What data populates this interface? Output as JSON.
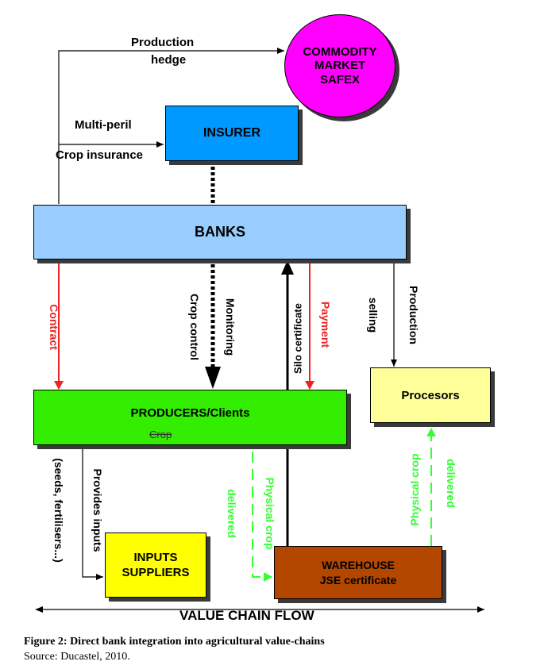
{
  "nodes": {
    "commodity": "COMMODITY\nMARKET\nSAFEX",
    "insurer": "INSURER",
    "banks": "BANKS",
    "producers": "PRODUCERS/Clients",
    "procesors": "Procesors",
    "inputs": "INPUTS\nSUPPLIERS",
    "warehouse": "WAREHOUSE\nJSE certificate"
  },
  "labels": {
    "production_hedge_1": "Production",
    "production_hedge_2": "hedge",
    "multiperil": "Multi-peril",
    "crop_insurance": "Crop insurance",
    "contract": "Contract",
    "crop_control": "Crop control",
    "monitoring": "Monitoring",
    "silo_certificate": "Silo certificate",
    "payment": "Payment",
    "production_selling_1": "Production",
    "production_selling_2": "selling",
    "crop": "Crop",
    "provides_inputs": "Provides inputs",
    "seeds": "(seeds, fertilisers...)",
    "physical_crop_1": "Physical crop",
    "delivered_1": "delivered",
    "physical_crop_2": "Physical crop",
    "delivered_2": "delivered",
    "value_chain_flow": "VALUE CHAIN FLOW"
  },
  "caption": {
    "title": "Figure 2: Direct bank integration into agricultural value-chains",
    "source": "Source: Ducastel, 2010."
  },
  "colors": {
    "commodity": "#ff00ff",
    "insurer": "#0099ff",
    "banks": "#99ccff",
    "producers": "#33ee00",
    "procesors": "#ffff99",
    "inputs": "#ffff00",
    "warehouse": "#b34700",
    "red_arrow": "#ee2222",
    "green_dashed": "#33ff33"
  }
}
